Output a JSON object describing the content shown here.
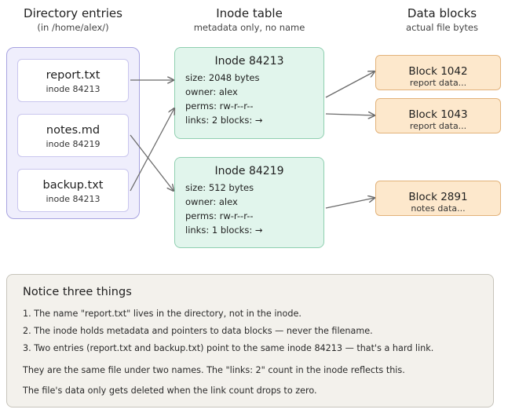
{
  "columns": {
    "directory": {
      "title": "Directory entries",
      "subtitle": "(in /home/alex/)"
    },
    "inode_table": {
      "title": "Inode table",
      "subtitle": "metadata only, no name"
    },
    "data_blocks": {
      "title": "Data blocks",
      "subtitle": "actual file bytes"
    }
  },
  "directory_entries": [
    {
      "name": "report.txt",
      "inode": "inode 84213"
    },
    {
      "name": "notes.md",
      "inode": "inode 84219"
    },
    {
      "name": "backup.txt",
      "inode": "inode 84213"
    }
  ],
  "inodes": [
    {
      "title": "Inode 84213",
      "size": "size: 2048 bytes",
      "owner": "owner: alex",
      "perms": "perms: rw-r--r--",
      "links": "links: 2 blocks: →"
    },
    {
      "title": "Inode 84219",
      "size": "size: 512 bytes",
      "owner": "owner: alex",
      "perms": "perms: rw-r--r--",
      "links": "links: 1 blocks: →"
    }
  ],
  "blocks": [
    {
      "title": "Block 1042",
      "sub": "report data..."
    },
    {
      "title": "Block 1043",
      "sub": "report data..."
    },
    {
      "title": "Block 2891",
      "sub": "notes data..."
    }
  ],
  "notes": {
    "title": "Notice three things",
    "lines": [
      "1. The name \"report.txt\" lives in the directory, not in the inode.",
      "2. The inode holds metadata and pointers to data blocks — never the filename.",
      "3. Two entries (report.txt and backup.txt) point to the same inode 84213 — that's a hard link.",
      "They are the same file under two names. The \"links: 2\" count in the inode reflects this.",
      "The file's data only gets deleted when the link count drops to zero."
    ]
  },
  "colors": {
    "directory_fill": "#efeefc",
    "inode_fill": "#e1f5ec",
    "block_fill": "#fde8cc",
    "notes_fill": "#f3f1ec",
    "arrow": "#6b6b6b"
  }
}
